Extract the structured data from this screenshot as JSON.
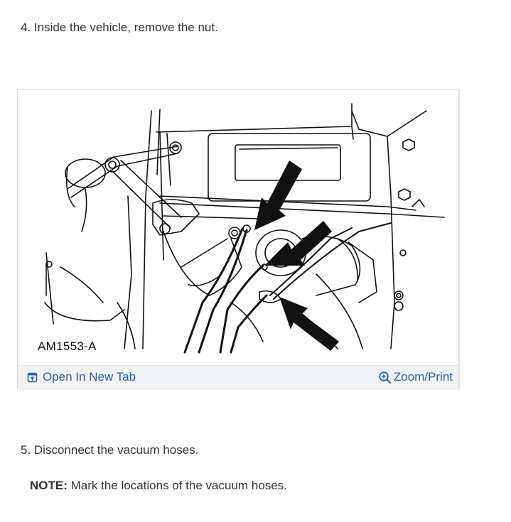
{
  "steps": {
    "step4": "4. Inside the vehicle, remove the nut.",
    "step5": "5. Disconnect the vacuum hoses."
  },
  "note": {
    "label": "NOTE:",
    "text": " Mark the locations of the vacuum hoses."
  },
  "figure": {
    "id_label": "AM1553-A",
    "open_tab_label": "Open In New Tab",
    "zoom_label": "Zoom/Print",
    "open_tab_icon": "open-in-new-tab-icon",
    "zoom_icon": "zoom-in-magnifier-icon",
    "link_color": "#2f5fa7"
  }
}
